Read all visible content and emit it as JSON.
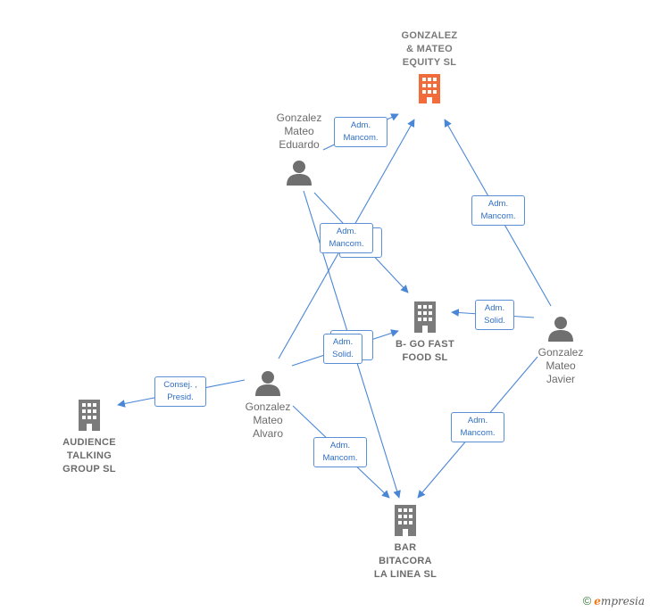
{
  "nodes": {
    "gonzalez_mateo_equity": {
      "label": [
        "GONZALEZ",
        "& MATEO",
        "EQUITY  SL"
      ],
      "color": "#f26b3a"
    },
    "b_go_fast_food": {
      "label": [
        "B- GO FAST",
        "FOOD  SL"
      ],
      "color": "#7b7b7b"
    },
    "audience_talking": {
      "label": [
        "AUDIENCE",
        "TALKING",
        "GROUP  SL"
      ],
      "color": "#7b7b7b"
    },
    "bar_bitacora": {
      "label": [
        "BAR",
        "BITACORA",
        "LA LINEA  SL"
      ],
      "color": "#7b7b7b"
    },
    "eduardo": {
      "label": [
        "Gonzalez",
        "Mateo",
        "Eduardo"
      ]
    },
    "javier": {
      "label": [
        "Gonzalez",
        "Mateo",
        "Javier"
      ]
    },
    "alvaro": {
      "label": [
        "Gonzalez",
        "Mateo",
        "Alvaro"
      ]
    }
  },
  "tags": {
    "t1": [
      "Adm.",
      "Mancom."
    ],
    "t2": [
      "Adm.",
      "Mancom."
    ],
    "t3": [
      "Adm.",
      "Mancom."
    ],
    "t4": [
      "Adm.",
      "Solid."
    ],
    "t5": [
      "Adm.",
      "Solid."
    ],
    "t6": [
      "Consej. ,",
      "Presid."
    ],
    "t7": [
      "Adm.",
      "Mancom."
    ],
    "t8": [
      "Adm.",
      "Mancom."
    ]
  },
  "footer": {
    "copyright": "©",
    "brand_initial": "e",
    "brand_rest": "mpresia"
  },
  "colors": {
    "edge": "#4a86d6",
    "person": "#6f6f6f",
    "company": "#7b7b7b",
    "main_company": "#f26b3a"
  }
}
